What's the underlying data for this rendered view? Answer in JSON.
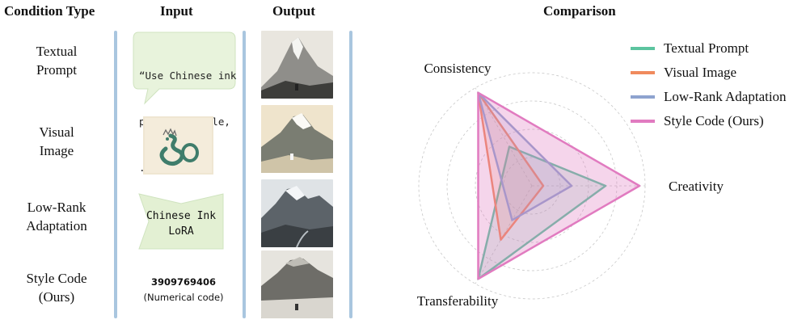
{
  "headers": {
    "condition_type": "Condition Type",
    "input": "Input",
    "output": "Output",
    "comparison": "Comparison"
  },
  "rows": [
    {
      "label_line1": "Textual",
      "label_line2": "Prompt"
    },
    {
      "label_line1": "Visual",
      "label_line2": "Image"
    },
    {
      "label_line1": "Low-Rank",
      "label_line2": "Adaptation"
    },
    {
      "label_line1": "Style Code",
      "label_line2": "(Ours)"
    }
  ],
  "inputs": {
    "prompt_line1": "“Use Chinese ink",
    "prompt_line2": "painting style,",
    "prompt_line3": "...”",
    "lora_line1": "Chinese Ink",
    "lora_line2": "LoRA",
    "code_value": "3909769406",
    "code_caption": "(Numerical code)"
  },
  "colors": {
    "textual": "#5cc49f",
    "visual": "#f08a5d",
    "lora": "#8ea3cf",
    "style_code": "#e17bc0",
    "divider": "#a9c6df",
    "bubble_fill": "#e8f3dc",
    "lora_fill": "#e3f0d3"
  },
  "chart_data": {
    "type": "radar",
    "title": "Comparison",
    "axes": [
      "Consistency",
      "Creativity",
      "Transferability"
    ],
    "rmax": 1.0,
    "rings": 4,
    "legend_position": "top-right",
    "series": [
      {
        "name": "Textual Prompt",
        "values": [
          0.4,
          0.65,
          0.95
        ]
      },
      {
        "name": "Visual Image",
        "values": [
          0.95,
          0.1,
          0.55
        ]
      },
      {
        "name": "Low-Rank Adaptation",
        "values": [
          0.95,
          0.35,
          0.35
        ]
      },
      {
        "name": "Style Code (Ours)",
        "values": [
          0.95,
          0.95,
          0.95
        ]
      }
    ]
  }
}
